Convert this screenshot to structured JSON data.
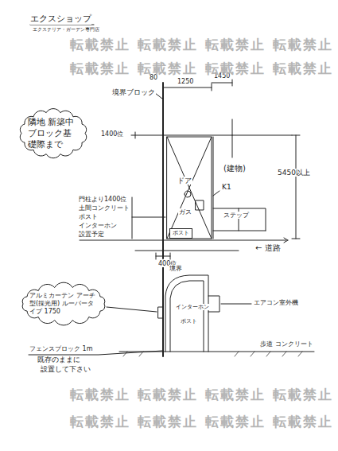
{
  "diagram": {
    "title": "エクスショップ",
    "nodes": [
      {
        "text": [
          "隣地 新築中 ブロック基礎際まで"
        ]
      },
      {
        "text": [
          "アルミカーテン アーチ型(採光用) ルーバータイプ 1750"
        ]
      },
      {
        "text": [
          "ポスト"
        ]
      }
    ],
    "labels": [
      "エクステリア・ガーデン専門店",
      "境界ブロック",
      "80",
      "1250",
      "1450",
      "1400位",
      "(建物)",
      "5450以上",
      "門柱より1400位",
      "土間コンクリート",
      "ポスト",
      "インターホン",
      "設置予定",
      "ドア",
      "K1",
      "ガス",
      "ステップ",
      "← 道路",
      "400位",
      "境界",
      "エアコン室外機",
      "インターホン",
      "ポスト",
      "歩道 コンクリート",
      "フェンスブロック 1m",
      "既存のままに",
      "設置して下さい",
      "転載禁止",
      "転載禁止",
      "転載禁止",
      "転載禁止",
      "転載禁止",
      "転載禁止",
      "転載禁止",
      "転載禁止",
      "転載禁止",
      "転載禁止",
      "転載禁止",
      "転載禁止",
      "転載禁止",
      "転載禁止",
      "転載禁止",
      "転載禁止"
    ]
  }
}
